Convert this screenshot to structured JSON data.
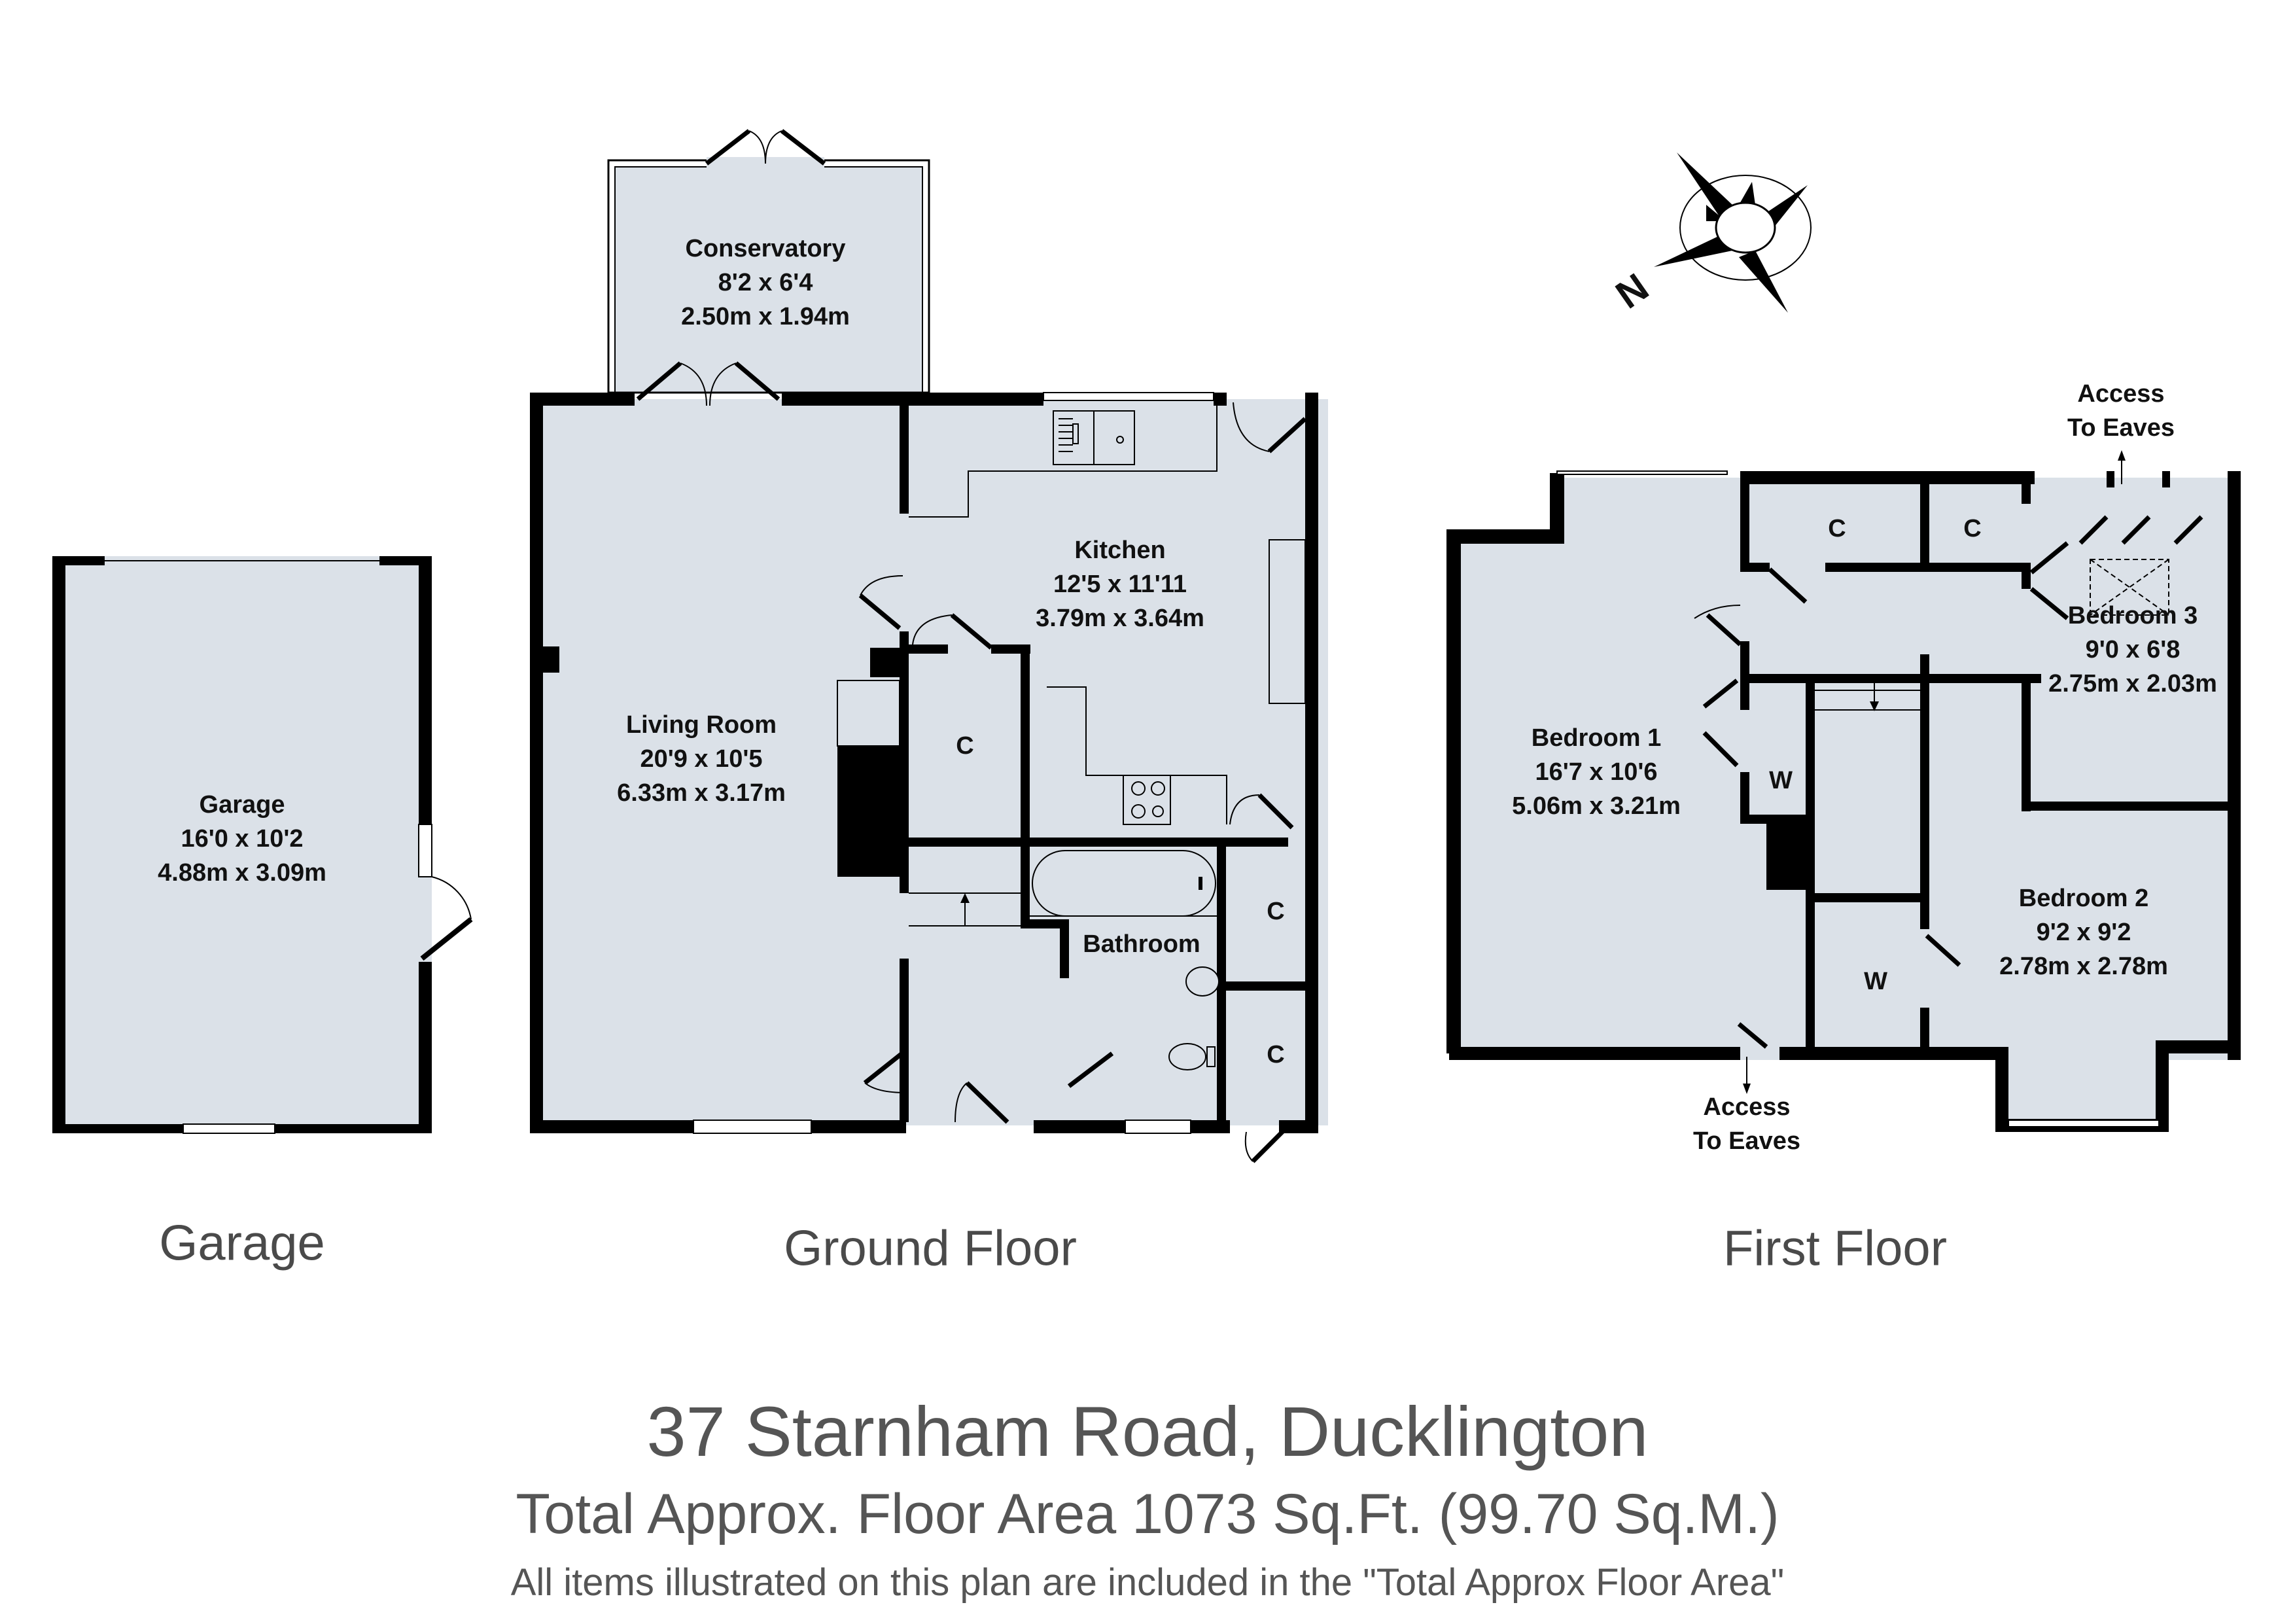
{
  "floors": {
    "garage": {
      "title": "Garage",
      "rooms": [
        {
          "name": "Garage",
          "imperial": "16'0 x 10'2",
          "metric": "4.88m x 3.09m"
        }
      ]
    },
    "ground": {
      "title": "Ground Floor",
      "rooms": [
        {
          "name": "Conservatory",
          "imperial": "8'2 x 6'4",
          "metric": "2.50m x 1.94m"
        },
        {
          "name": "Kitchen",
          "imperial": "12'5 x 11'11",
          "metric": "3.79m x 3.64m"
        },
        {
          "name": "Living Room",
          "imperial": "20'9 x 10'5",
          "metric": "6.33m x 3.17m"
        },
        {
          "name": "Bathroom"
        },
        {
          "name": "C"
        },
        {
          "name": "C"
        },
        {
          "name": "C"
        }
      ]
    },
    "first": {
      "title": "First Floor",
      "rooms": [
        {
          "name": "Bedroom 1",
          "imperial": "16'7 x 10'6",
          "metric": "5.06m x 3.21m"
        },
        {
          "name": "Bedroom 2",
          "imperial": "9'2 x 9'2",
          "metric": "2.78m x 2.78m"
        },
        {
          "name": "Bedroom 3",
          "imperial": "9'0 x 6'8",
          "metric": "2.75m x 2.03m"
        },
        {
          "name": "C"
        },
        {
          "name": "C"
        },
        {
          "name": "W"
        },
        {
          "name": "W"
        }
      ],
      "annotations": {
        "eaves_top_line1": "Access",
        "eaves_top_line2": "To Eaves",
        "eaves_bottom_line1": "Access",
        "eaves_bottom_line2": "To Eaves"
      }
    }
  },
  "compass": {
    "label": "N"
  },
  "footer": {
    "address": "37 Starnham Road, Ducklington",
    "total_area": "Total Approx. Floor Area 1073 Sq.Ft. (99.70 Sq.M.)",
    "note": "All items illustrated on this plan are included in the \"Total Approx Floor Area\""
  },
  "colors": {
    "floor_fill": "#dbe1e8",
    "wall": "#000000",
    "footer_text": "#555555"
  }
}
